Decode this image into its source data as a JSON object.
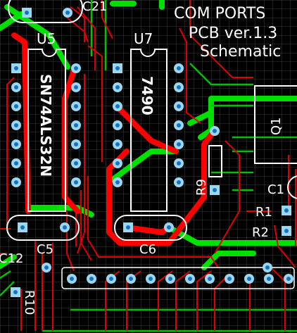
{
  "title_block": {
    "line1": "COM PORTS",
    "line2": "PCB ver.1.3",
    "line3": "Schematic"
  },
  "components": {
    "u5": {
      "ref": "U5",
      "part": "SN74ALS32N"
    },
    "u7": {
      "ref": "U7",
      "part": "7490"
    },
    "c21": {
      "ref": "C21"
    },
    "c5": {
      "ref": "C5"
    },
    "c6": {
      "ref": "C6"
    },
    "c12": {
      "ref": "C12"
    },
    "c1": {
      "ref": "C1"
    },
    "r9": {
      "ref": "R9"
    },
    "r10": {
      "ref": "R10"
    },
    "r1": {
      "ref": "R1"
    },
    "r2": {
      "ref": "R2"
    },
    "q1": {
      "ref": "Q1"
    }
  },
  "colors": {
    "background": "#000000",
    "grid": "#4a4a4a",
    "silkscreen": "#ffffff",
    "top_copper": "#ff0000",
    "bottom_copper": "#00e000",
    "thin_trace": "#e00000",
    "pad": "#9ad8f0",
    "pad_hole": "#1a6fc4"
  }
}
